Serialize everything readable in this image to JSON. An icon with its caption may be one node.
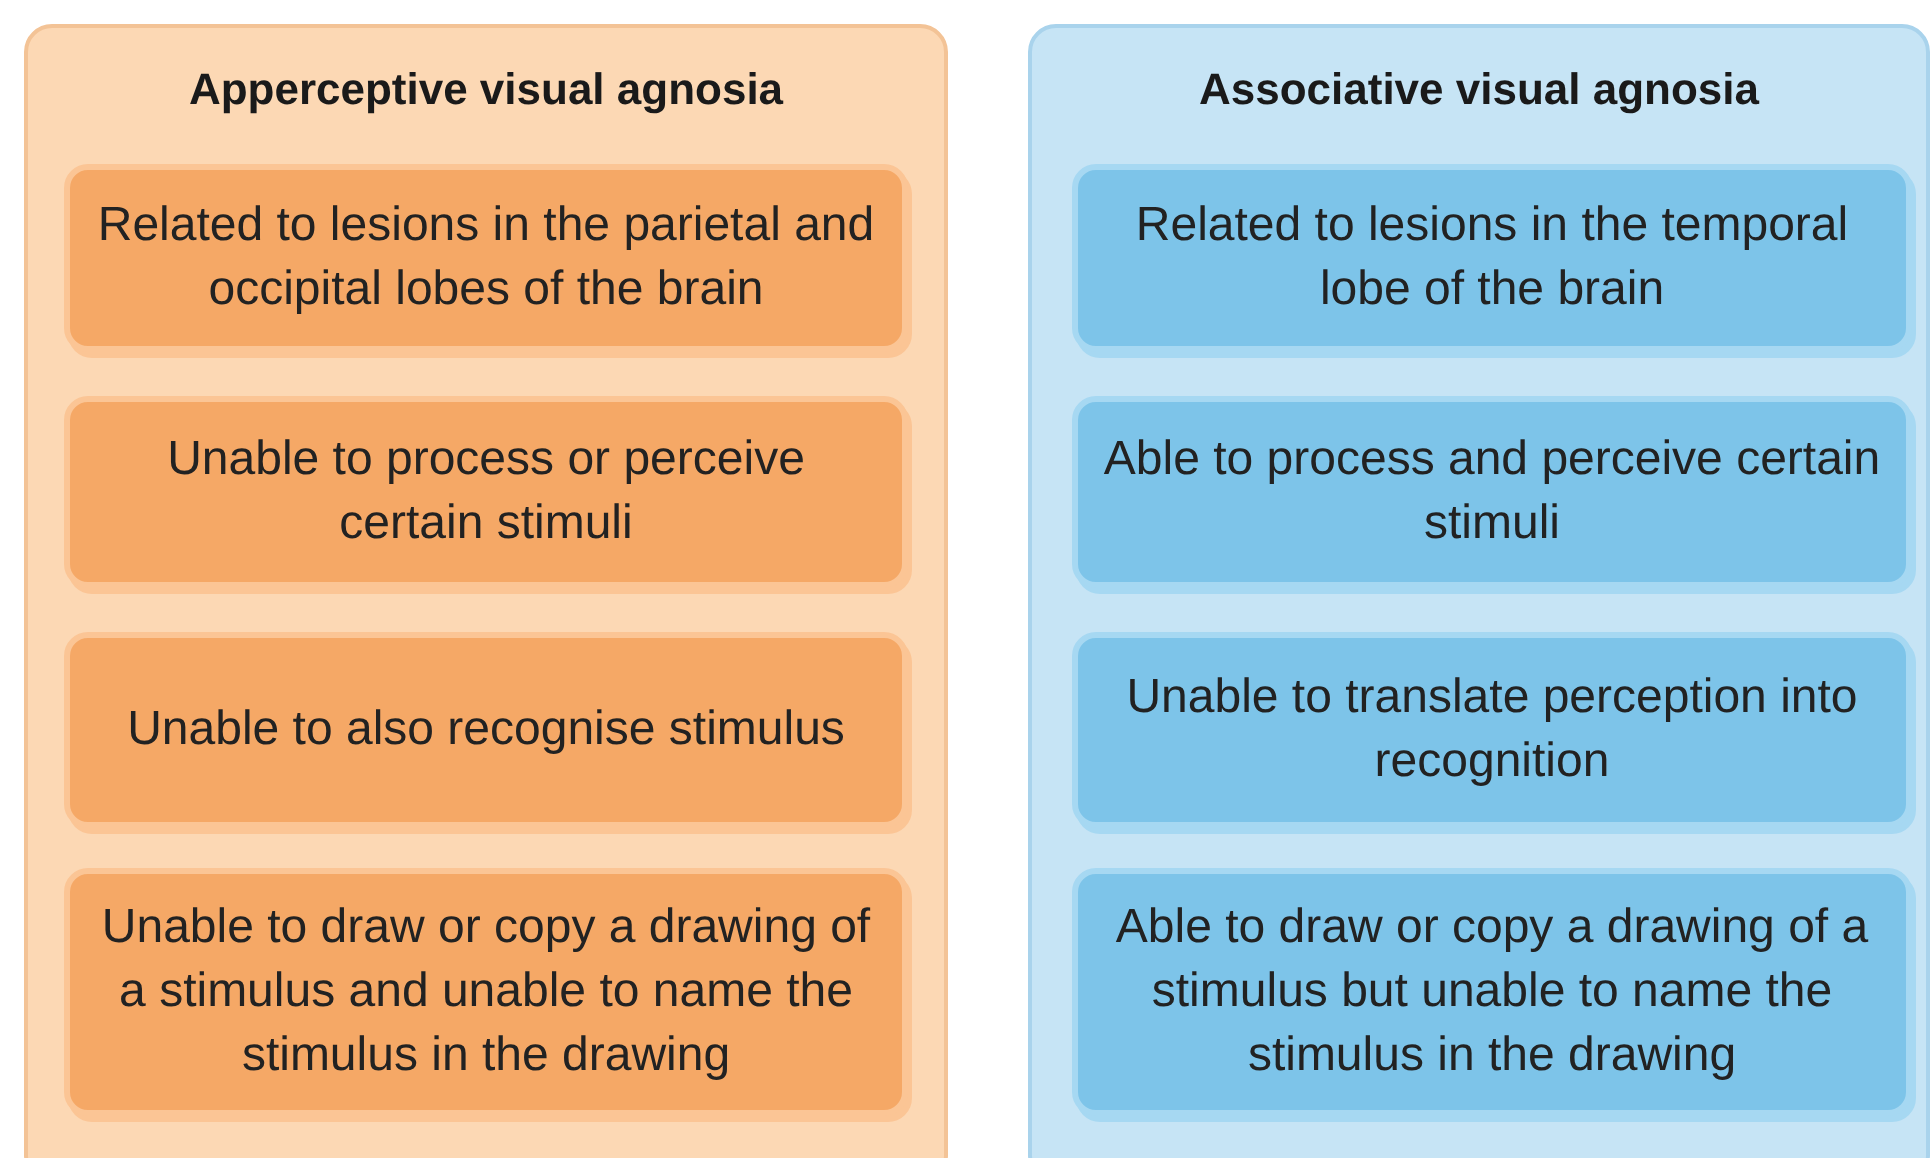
{
  "diagram": {
    "nodes": [
      {
        "text": [
          "Apperceptive visual agnosia"
        ]
      },
      {
        "text": [
          "Related to lesions in the parietal and occipital lobes of the brain"
        ],
        "in": 0
      },
      {
        "text": [
          "Unable to process or perceive certain stimuli"
        ],
        "in": 0
      },
      {
        "text": [
          "Unable to also recognise stimulus"
        ],
        "in": 0
      },
      {
        "text": [
          "Unable to draw or copy a drawing of a stimulus and unable to name the stimulus in the drawing"
        ],
        "in": 0
      },
      {
        "text": [
          "Associative visual agnosia"
        ]
      },
      {
        "text": [
          "Related to lesions in the temporal lobe of the brain"
        ],
        "in": 5
      },
      {
        "text": [
          "Able to process and perceive certain stimuli"
        ],
        "in": 5
      },
      {
        "text": [
          "Unable to translate perception into recognition"
        ],
        "in": 5
      },
      {
        "text": [
          "Able to draw or copy a drawing of a stimulus but unable to name the stimulus in the drawing"
        ],
        "in": 5
      }
    ]
  }
}
